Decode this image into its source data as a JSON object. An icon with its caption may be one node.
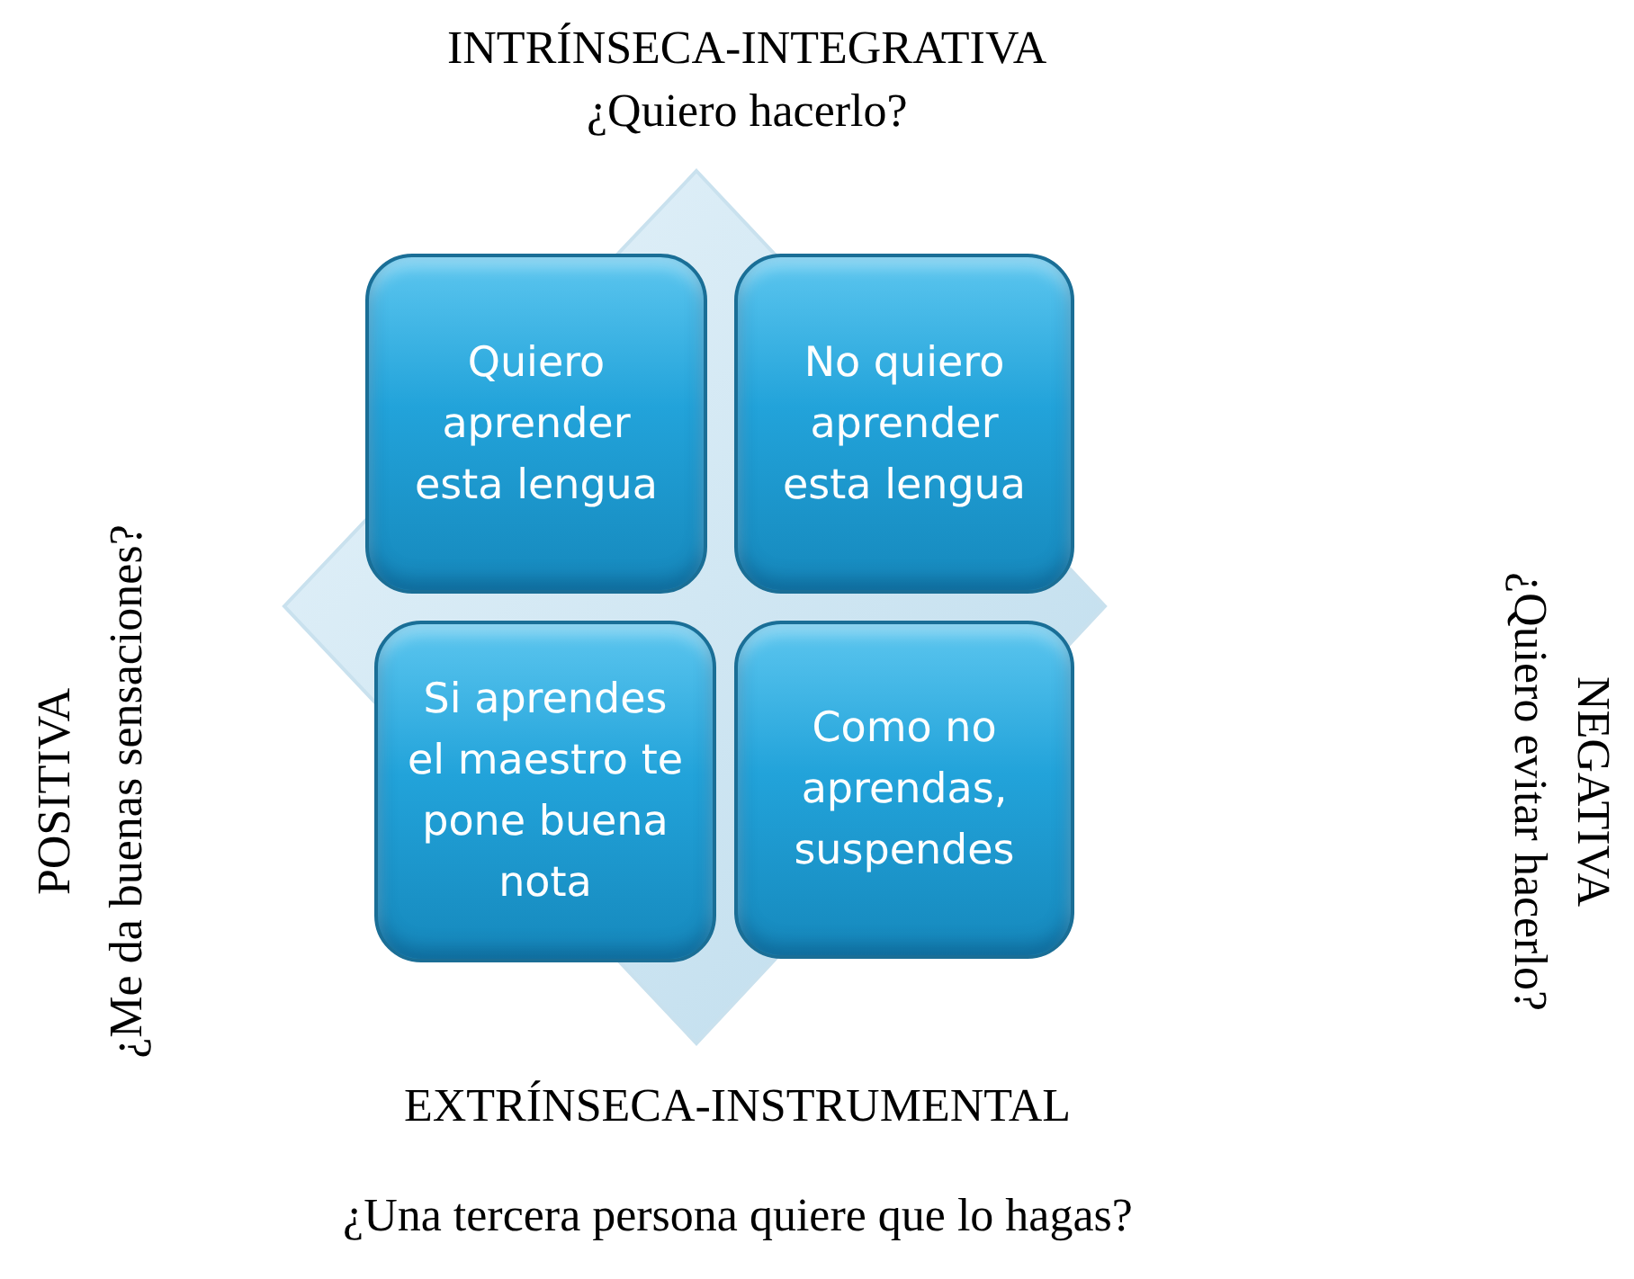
{
  "diagram": {
    "nodes": [
      {
        "text": [
          "Quiero aprender esta lengua"
        ]
      },
      {
        "text": [
          "No quiero aprender esta lengua"
        ]
      },
      {
        "text": [
          "Si aprendes el maestro te pone buena nota"
        ]
      },
      {
        "text": [
          "Como no aprendas, suspendes"
        ]
      }
    ],
    "labels": [
      "INTRÍNSECA-INTEGRATIVA",
      "¿Quiero hacerlo?",
      "POSITIVA",
      "¿Me da buenas sensaciones?",
      "NEGATIVA",
      "¿Quiero evitar hacerlo?",
      "EXTRÍNSECA-INSTRUMENTAL",
      "¿Una tercera persona quiere que lo hagas?"
    ]
  }
}
